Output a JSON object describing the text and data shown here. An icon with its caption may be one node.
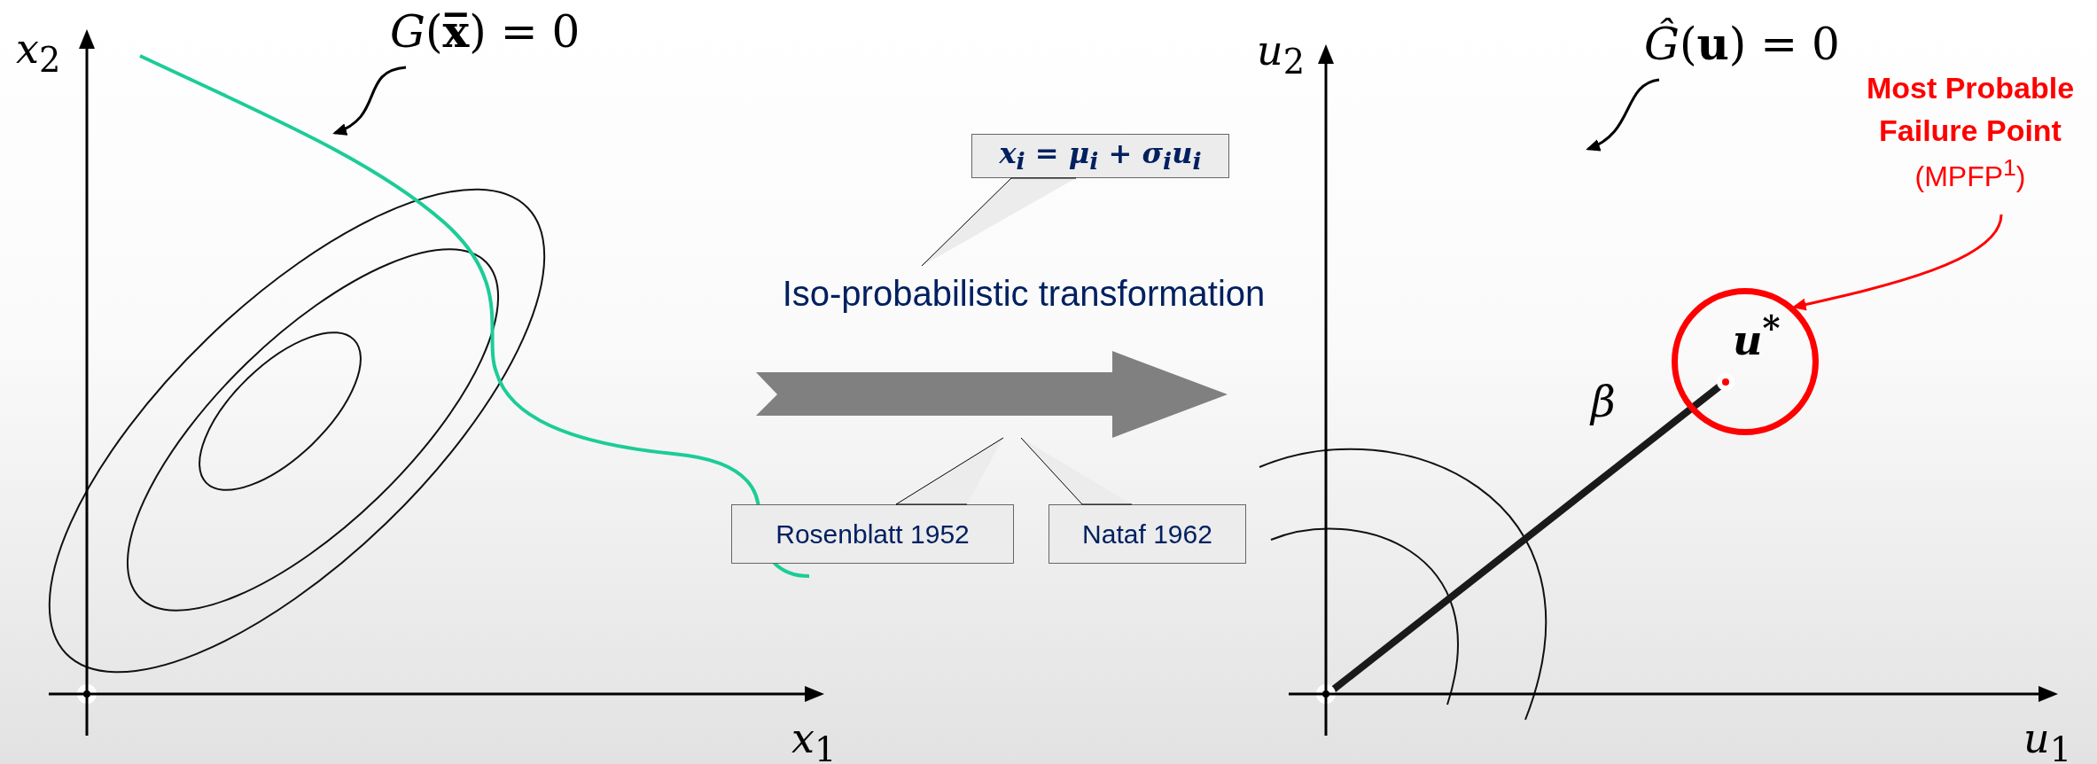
{
  "diagram": {
    "nodes": [
      {
        "text": [
          "*G*(**x̅**) = 0"
        ]
      },
      {
        "text": [
          "x$_{i}$ = μ$_{i}$ + σ$_{i}$u$_{i}$"
        ]
      },
      {
        "text": [
          "Iso-probabilistic transformation"
        ]
      },
      {
        "text": [],
        "shape": "arrow"
      },
      {
        "text": [
          "Rosenblatt 1952"
        ]
      },
      {
        "text": [
          "Nataf 1962"
        ]
      },
      {
        "text": [
          "*Ĝ*(**u**) = 0"
        ]
      },
      {
        "text": [
          "Most Probable Failure Point",
          "(MPFP$^{1}$)"
        ]
      },
      {
        "text": [
          "u$^{*}$"
        ]
      }
    ],
    "edges": [
      {
        "from": 0,
        "to": null,
        "arrow": "to"
      },
      {
        "from": 1,
        "to": 2,
        "arrow": "none"
      },
      {
        "from": 4,
        "to": 3,
        "arrow": "none"
      },
      {
        "from": 5,
        "to": 3,
        "arrow": "none"
      },
      {
        "from": 6,
        "to": null,
        "arrow": "to"
      },
      {
        "from": 7,
        "to": 8,
        "arrow": "to",
        "color": "#ff0000"
      }
    ],
    "labels": [
      "*x*$_{2}$",
      "*x*$_{1}$",
      "*u*$_{2}$",
      "*u*$_{1}$",
      "*β*"
    ]
  }
}
